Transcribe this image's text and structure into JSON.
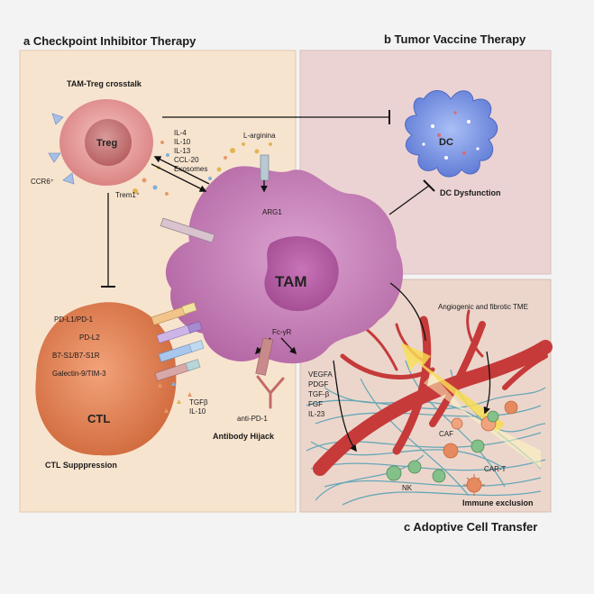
{
  "panels": {
    "a_title": "a Checkpoint Inhibitor Therapy",
    "b_title": "b Tumor Vaccine Therapy",
    "c_title": "c Adoptive Cell Transfer"
  },
  "labels": {
    "tam_treg": "TAM-Treg crosstalk",
    "treg": "Treg",
    "ccr6": "CCR6⁺",
    "cytokines": [
      "IL-4",
      "IL-10",
      "IL-13",
      "CCL-20",
      "Exosomes"
    ],
    "l_arginina": "L-arginina",
    "arg1": "ARG1",
    "trem1": "Trem1⁺",
    "dc": "DC",
    "dc_dysfunction": "DC Dysfunction",
    "tam": "TAM",
    "angiogenic": "Angiogenic and fibrotic TME",
    "ligands": [
      "PD-L1/PD-1",
      "PD-L2",
      "B7-S1/B7-S1R",
      "Galectin-9/TIM-3"
    ],
    "ctl": "CTL",
    "tgfb_il10": [
      "TGFβ",
      "IL-10"
    ],
    "fcyr": "Fc-γR",
    "anti_pd1": "anti-PD-1",
    "antibody_hijack": "Antibody Hijack",
    "ctl_suppression": "CTL Supppression",
    "growth_factors": [
      "VEGFA",
      "PDGF",
      "TGF-β",
      "FGF",
      "IL-23"
    ],
    "caf": "CAF",
    "nk": "NK",
    "car_t": "CAR-T",
    "immune_exclusion": "Immune exclusion"
  },
  "colors": {
    "panel_a": "#f7e4cf",
    "panel_b": "#ecd3d3",
    "panel_c": "#ecd6cc",
    "tam": "#c77bb6",
    "treg": "#e79d9d",
    "ctl": "#e07a4f",
    "dc": "#7f97e6",
    "vessel": "#c63a3a",
    "fiber": "#5aa3b4"
  }
}
